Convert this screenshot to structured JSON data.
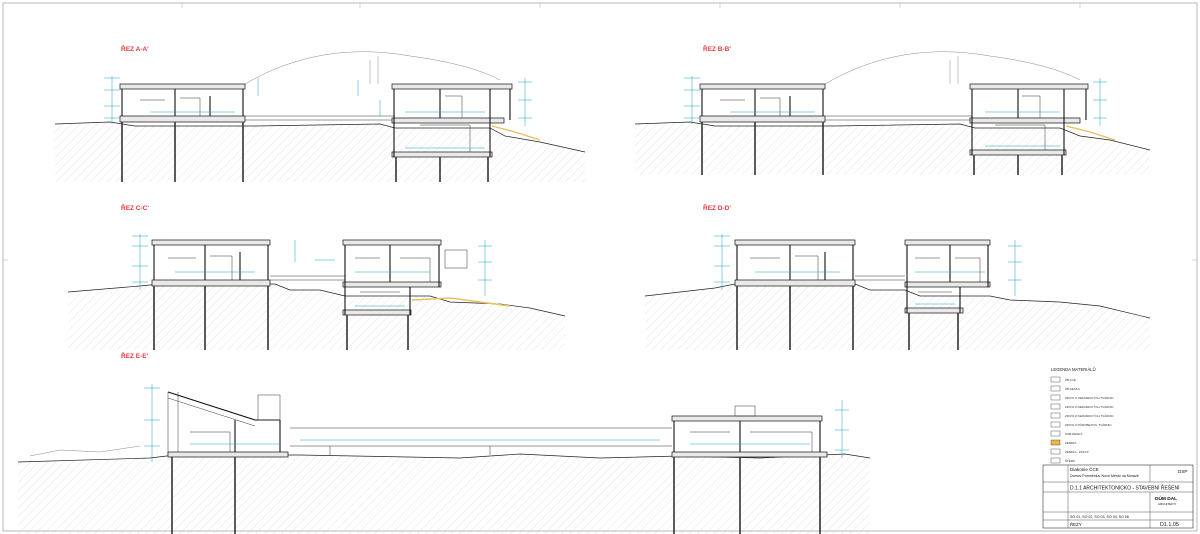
{
  "sections": [
    {
      "id": "A",
      "title": "ŘEZ A-A'"
    },
    {
      "id": "B",
      "title": "ŘEZ B-B'"
    },
    {
      "id": "C",
      "title": "ŘEZ C-C'"
    },
    {
      "id": "D",
      "title": "ŘEZ D-D'"
    },
    {
      "id": "E",
      "title": "ŘEZ E-E'"
    }
  ],
  "legend": {
    "title": "LEGENDA MATERIÁLŮ",
    "items": [
      {
        "label": "ŽB KCE",
        "color": "#ffffff"
      },
      {
        "label": "ŽB DESKA",
        "color": "#ffffff"
      },
      {
        "label": "ZDIVO Z KERAMICKÝCH TVÁRNIC",
        "color": "#ffffff"
      },
      {
        "label": "ZDIVO Z KERAMICKÝCH TVÁRNIC",
        "color": "#ffffff"
      },
      {
        "label": "ZDIVO Z KERAMICKÝCH TVÁRNIC",
        "color": "#ffffff"
      },
      {
        "label": "ZDIVO Z PÓROBETON. TVÁRNIC",
        "color": "#ffffff"
      },
      {
        "label": "OSB DESKA",
        "color": "#ffffff"
      },
      {
        "label": "ZEMINA",
        "color": "#e9b84a"
      },
      {
        "label": "ZEMINA - ZÁSYP",
        "color": "#ffffff"
      },
      {
        "label": "ŠTĚRK",
        "color": "#ffffff"
      }
    ]
  },
  "title_block": {
    "client": "Diakonie ČCE",
    "project": "Domov Pomněnka, Nové Město na Moravě",
    "stage": "DSP",
    "drawing_title": "D.1.1 ARCHITEKTONICKO - STAVEBNÍ ŘEŠENÍ",
    "office_name": "DŮM DAL",
    "office_sub": "ARCHITEKTI",
    "objects": "SO 01, SO 02, SO 03, SO 04, SO 06",
    "sheet_name": "ŘEZY",
    "sheet_number": "D1.1.05"
  }
}
